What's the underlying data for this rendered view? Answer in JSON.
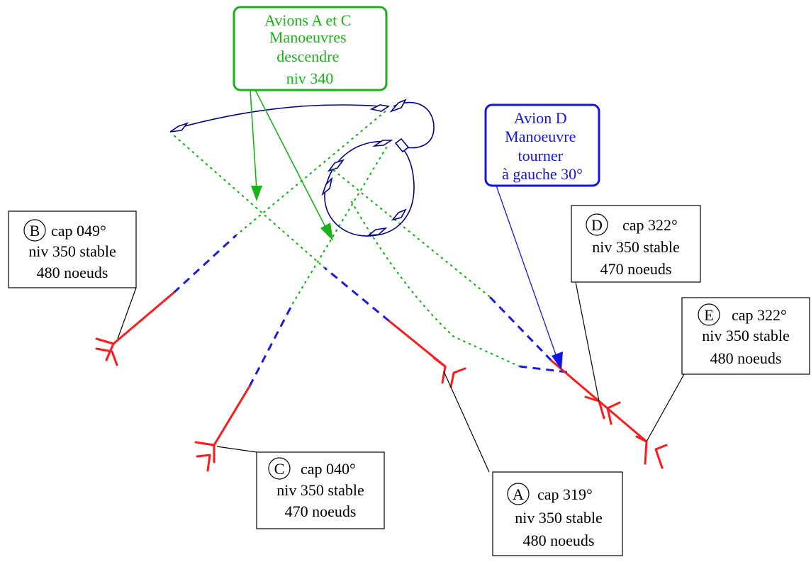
{
  "colors": {
    "track": "#ff1a1a",
    "planned": "#1a1ae6",
    "future": "#19b319",
    "avoid_path": "#00008c",
    "green_box": "#19b319",
    "blue_box": "#1414e6",
    "text": "#000000"
  },
  "notes": {
    "ac": {
      "lines": [
        "Avions A et C",
        "Manoeuvres",
        "descendre",
        "niv  340"
      ]
    },
    "d": {
      "lines": [
        "Avion D",
        "Manoeuvre",
        "tourner",
        "à gauche 30°"
      ]
    }
  },
  "aircraft": [
    {
      "id": "B",
      "heading": "cap 049°",
      "level": "niv 350 stable",
      "speed": "480 noeuds"
    },
    {
      "id": "C",
      "heading": "cap 040°",
      "level": "niv 350 stable",
      "speed": "470 noeuds"
    },
    {
      "id": "A",
      "heading": "cap 319°",
      "level": "niv 350 stable",
      "speed": "480 noeuds"
    },
    {
      "id": "D",
      "heading": "cap 322°",
      "level": "niv 350 stable",
      "speed": "470 noeuds"
    },
    {
      "id": "E",
      "heading": "cap 322°",
      "level": "niv 350 stable",
      "speed": "480 noeuds"
    }
  ]
}
